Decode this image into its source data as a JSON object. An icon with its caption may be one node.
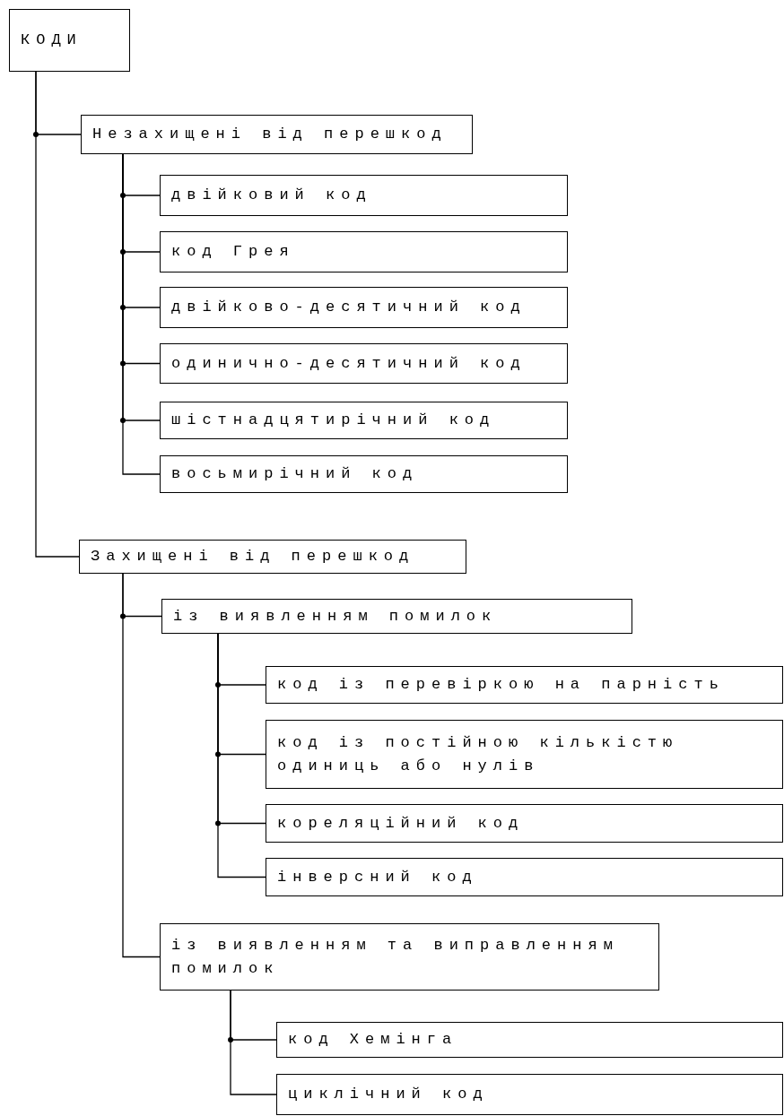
{
  "diagram": {
    "nodes": [
      {
        "text": [
          "КОДИ"
        ]
      },
      {
        "text": [
          "Незахищені від перешкод"
        ]
      },
      {
        "text": [
          "двійковий код"
        ]
      },
      {
        "text": [
          "код Грея"
        ]
      },
      {
        "text": [
          "двійково-десятичний код"
        ]
      },
      {
        "text": [
          "одинично-десятичний код"
        ]
      },
      {
        "text": [
          "шістнадцятирічний код"
        ]
      },
      {
        "text": [
          "восьмирічний код"
        ]
      },
      {
        "text": [
          "Захищені від перешкод"
        ]
      },
      {
        "text": [
          "із виявленням помилок"
        ]
      },
      {
        "text": [
          "код із перевіркою на парність"
        ]
      },
      {
        "text": [
          "код із постійною кількістю одиниць або нулів"
        ]
      },
      {
        "text": [
          "кореляційний код"
        ]
      },
      {
        "text": [
          "інверсний код"
        ]
      },
      {
        "text": [
          "із виявленням та виправленням помилок"
        ]
      },
      {
        "text": [
          "код Хемінга"
        ]
      },
      {
        "text": [
          "циклічний код"
        ]
      }
    ],
    "edges": [
      {
        "from": 0,
        "to": 1,
        "arrow": "none"
      },
      {
        "from": 0,
        "to": 8,
        "arrow": "none"
      },
      {
        "from": 1,
        "to": 2,
        "arrow": "none"
      },
      {
        "from": 1,
        "to": 3,
        "arrow": "none"
      },
      {
        "from": 1,
        "to": 4,
        "arrow": "none"
      },
      {
        "from": 1,
        "to": 5,
        "arrow": "none"
      },
      {
        "from": 1,
        "to": 6,
        "arrow": "none"
      },
      {
        "from": 1,
        "to": 7,
        "arrow": "none"
      },
      {
        "from": 8,
        "to": 9,
        "arrow": "none"
      },
      {
        "from": 8,
        "to": 14,
        "arrow": "none"
      },
      {
        "from": 9,
        "to": 10,
        "arrow": "none"
      },
      {
        "from": 9,
        "to": 11,
        "arrow": "none"
      },
      {
        "from": 9,
        "to": 12,
        "arrow": "none"
      },
      {
        "from": 9,
        "to": 13,
        "arrow": "none"
      },
      {
        "from": 14,
        "to": 15,
        "arrow": "none"
      },
      {
        "from": 14,
        "to": 16,
        "arrow": "none"
      }
    ]
  }
}
